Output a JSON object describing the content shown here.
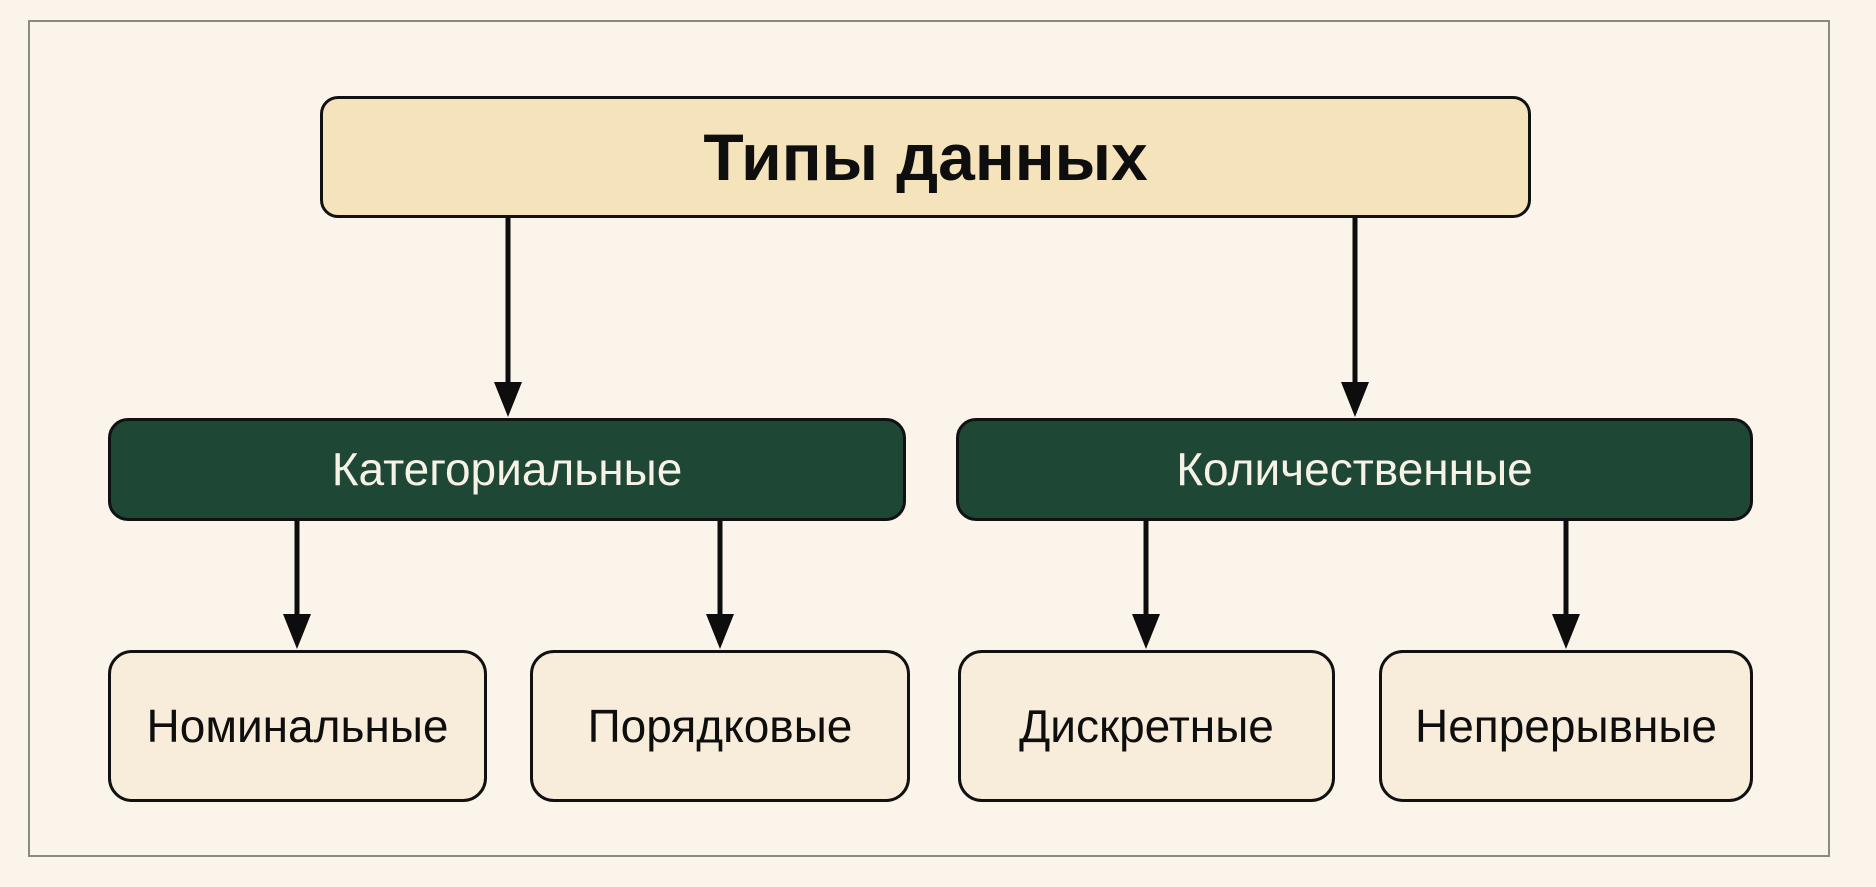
{
  "diagram": {
    "title": {
      "label": "Типы данных"
    },
    "branches": [
      {
        "label": "Категориальные",
        "children": [
          {
            "label": "Номинальные"
          },
          {
            "label": "Порядковые"
          }
        ]
      },
      {
        "label": "Количественные",
        "children": [
          {
            "label": "Дискретные"
          },
          {
            "label": "Непрерывные"
          }
        ]
      }
    ],
    "colors": {
      "canvas-bg": "#faf4ea",
      "frame-border": "#8a8a84",
      "root-fill": "#f5e3bb",
      "branch-fill": "#1e4736",
      "branch-text": "#f7f2e6",
      "leaf-fill": "#f8ecda",
      "node-border": "#111111",
      "arrow": "#0d0d0d"
    }
  }
}
